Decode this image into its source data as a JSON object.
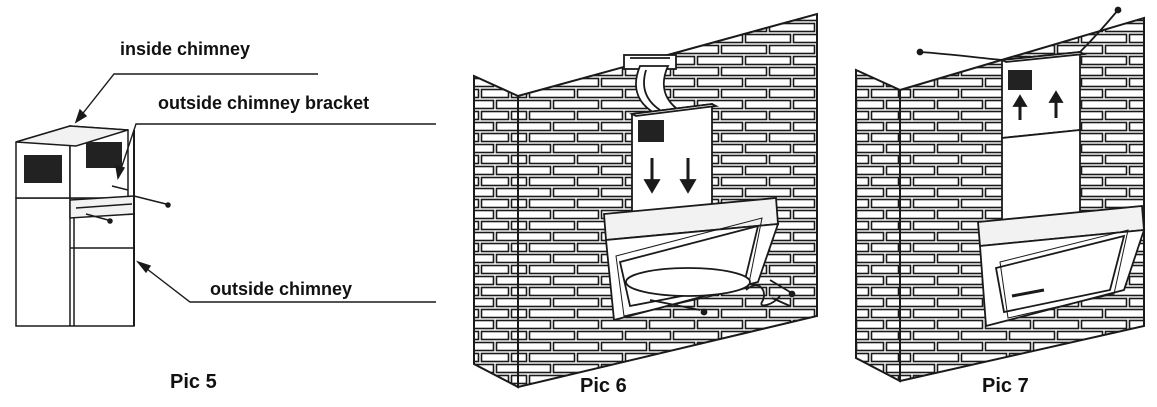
{
  "labels": {
    "inside_chimney": "inside chimney",
    "outside_chimney_bracket": "outside chimney bracket",
    "outside_chimney": "outside chimney"
  },
  "captions": {
    "pic5": "Pic 5",
    "pic6": "Pic 6",
    "pic7": "Pic 7"
  },
  "colors": {
    "line": "#1a1a1a",
    "fill_light": "#f2f2f2",
    "vent": "#222222"
  }
}
